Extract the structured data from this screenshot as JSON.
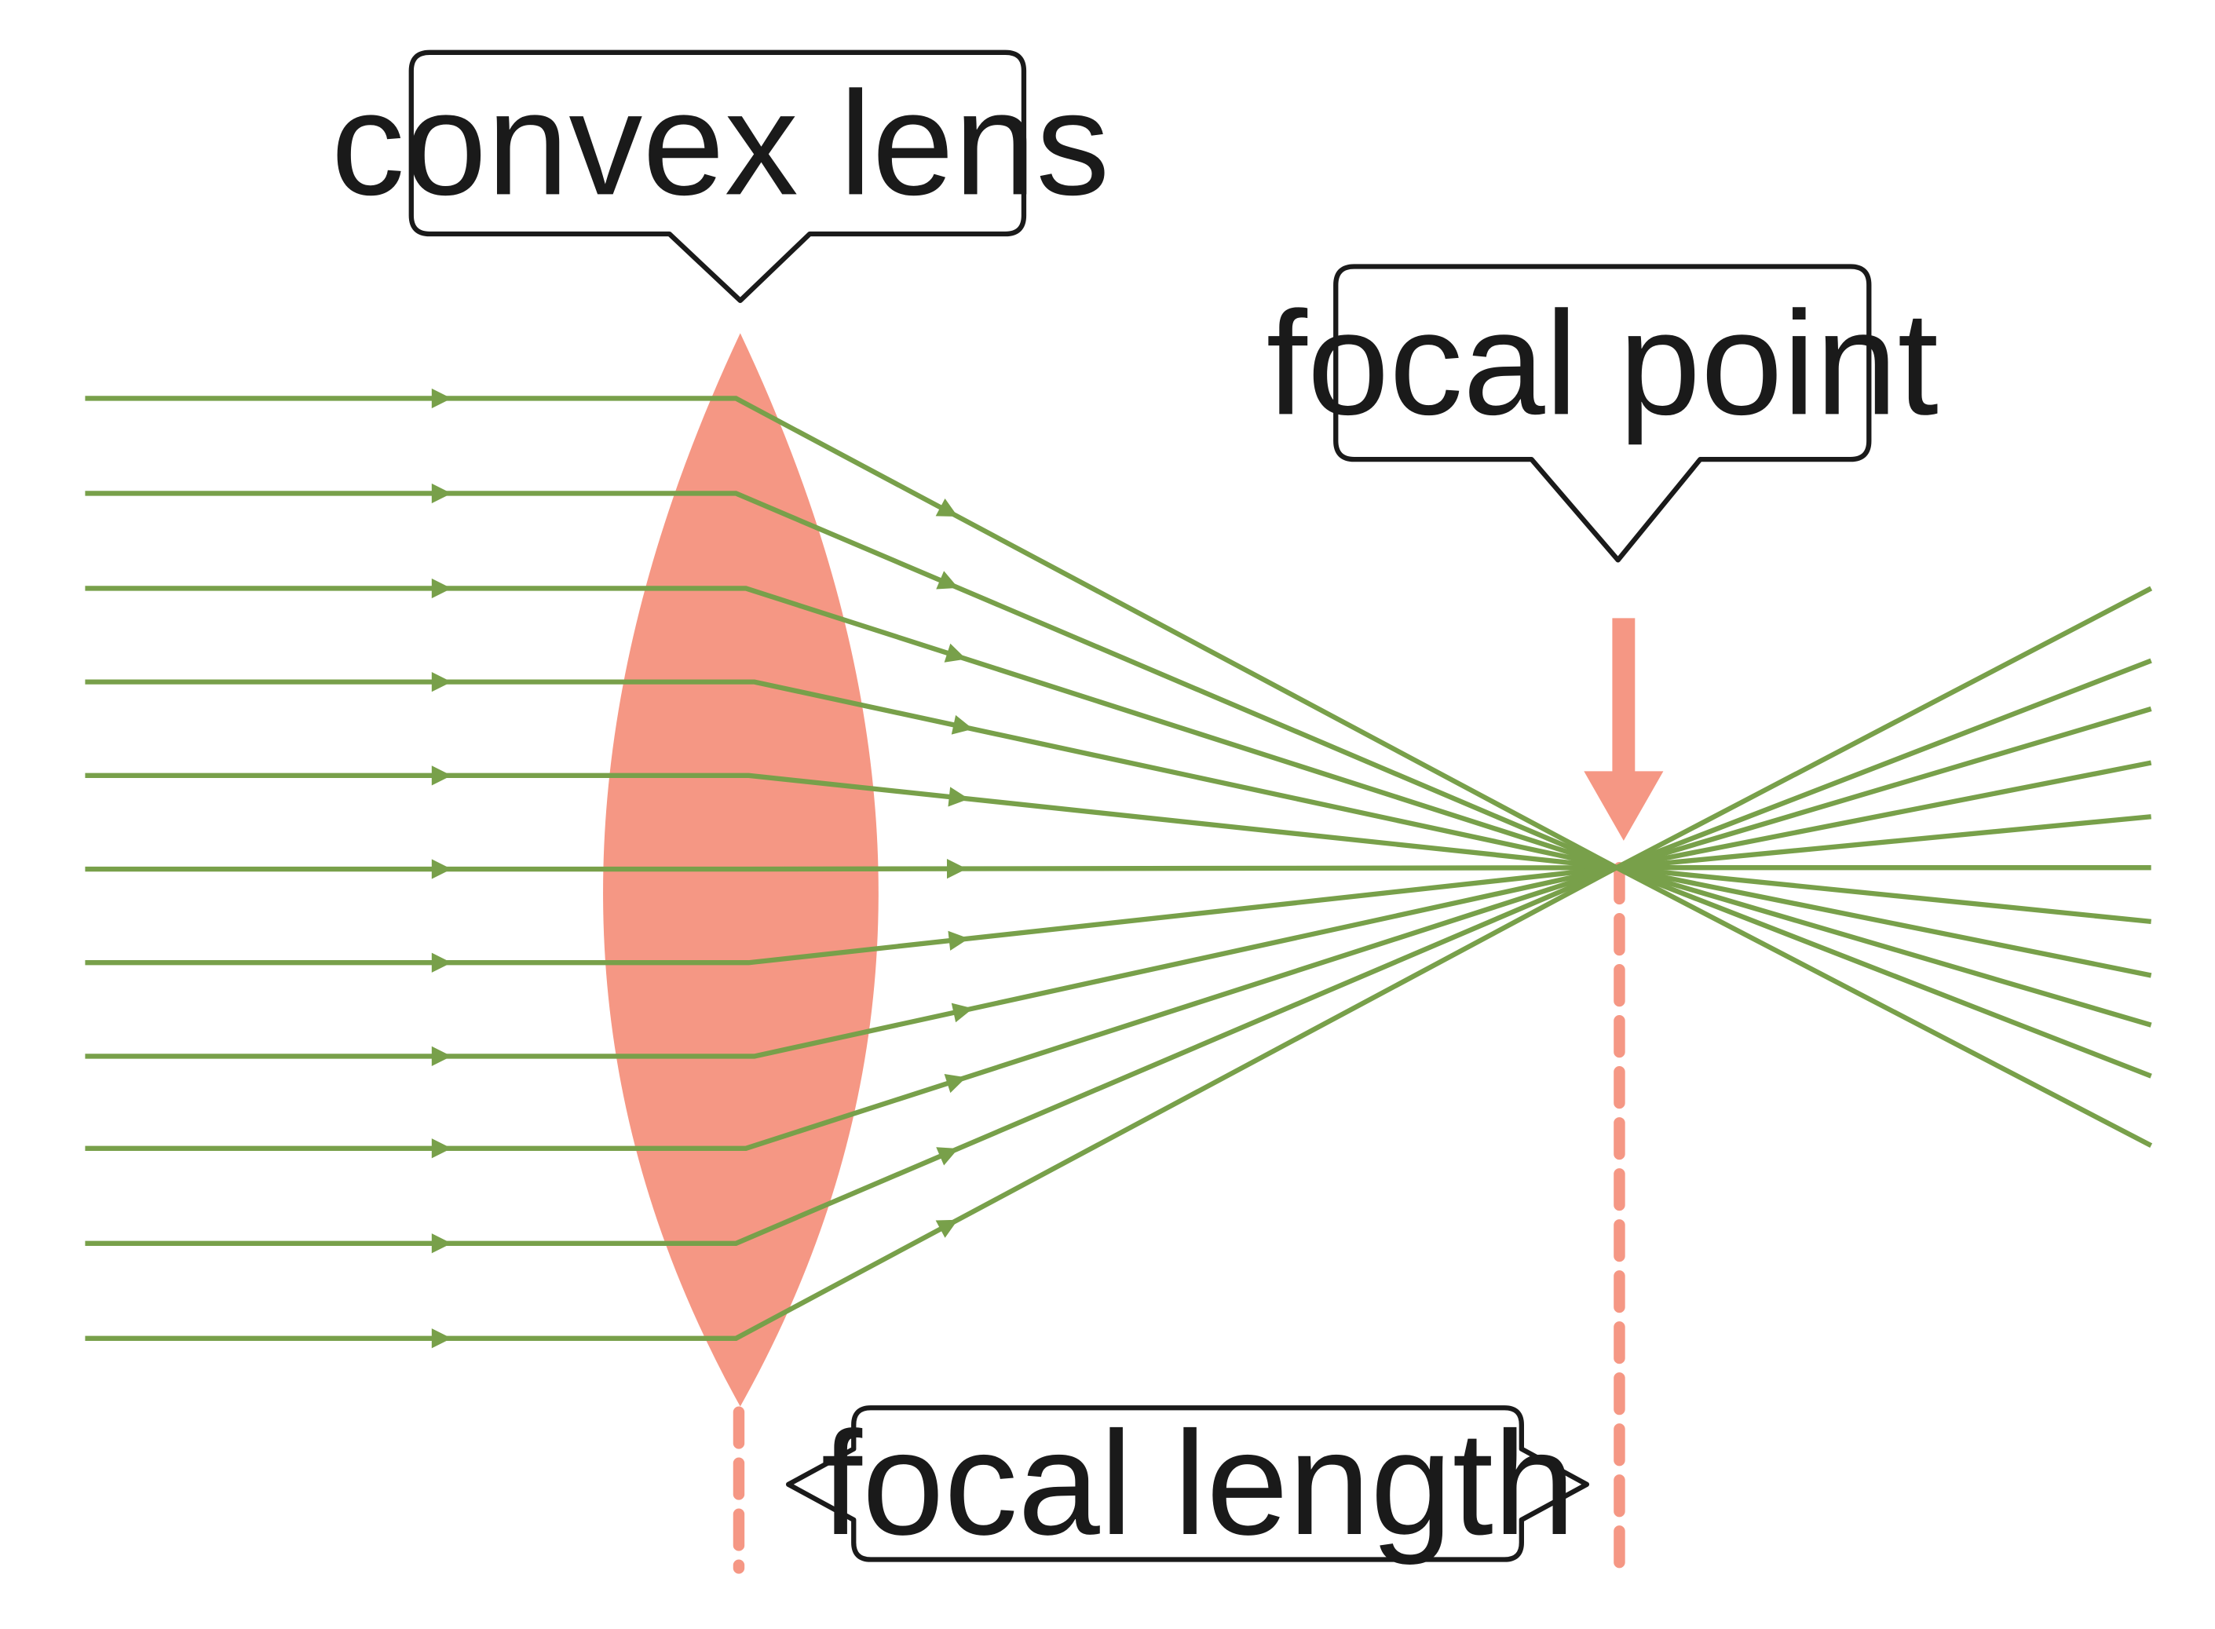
{
  "labels": {
    "lens": "convex lens",
    "focal_point": "focal point",
    "focal_length": "focal length"
  },
  "colors": {
    "ray": "#78a04a",
    "lens": "#f59784",
    "outline": "#1a1a1a",
    "background": "#ffffff"
  },
  "ray_count": 11
}
